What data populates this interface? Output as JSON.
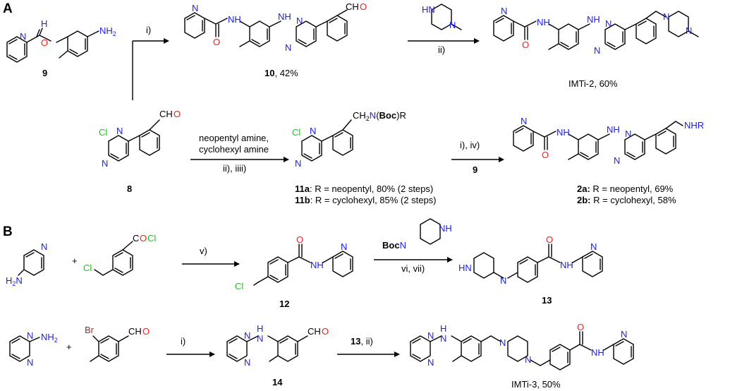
{
  "panels": {
    "a": "A",
    "b": "B"
  },
  "atoms": {
    "N": "N",
    "H": "H",
    "NH": "NH",
    "HN": "HN",
    "NH2": "NH",
    "two": "2",
    "H2N": "H",
    "O": "O",
    "Cl": "Cl",
    "Br": "Br",
    "CH": "CH",
    "C": "C",
    "CH2N": "CH",
    "NHR": "NHR",
    "Boc": "Boc",
    "R": "R",
    "OCl": "O"
  },
  "compounds": {
    "c9": "9",
    "c8": "8",
    "c10": "10",
    "c10_yield": ", 42%",
    "imti2": "IMTi-2, 60%",
    "c11a": "11a",
    "c11a_desc": ": R = neopentyl, 80% (2 steps)",
    "c11b": "11b",
    "c11b_desc": ": R = cyclohexyl, 85% (2 steps)",
    "c2a": "2a:",
    "c2a_desc": " R = neopentyl, 69%",
    "c2b": "2b:",
    "c2b_desc": " R = cyclohexyl, 58%",
    "c12": "12",
    "c13": "13",
    "c14": "14",
    "imti3": "IMTi-3, 50%"
  },
  "conditions": {
    "a_step1": "i)",
    "a_step2": "ii)",
    "a_reagents_line1": "neopentyl amine,",
    "a_reagents_line2": "cyclohexyl amine",
    "a_step3": "ii), iiii)",
    "a_step4": "i), iv)",
    "a_step4_reagent": "9",
    "b_plus1": "+",
    "b_step1": "v)",
    "b_step2": "vi, vii)",
    "b_plus2": "+",
    "b_step3": "i)",
    "b_step4_reagent": "13",
    "b_step4": ", ii)"
  }
}
